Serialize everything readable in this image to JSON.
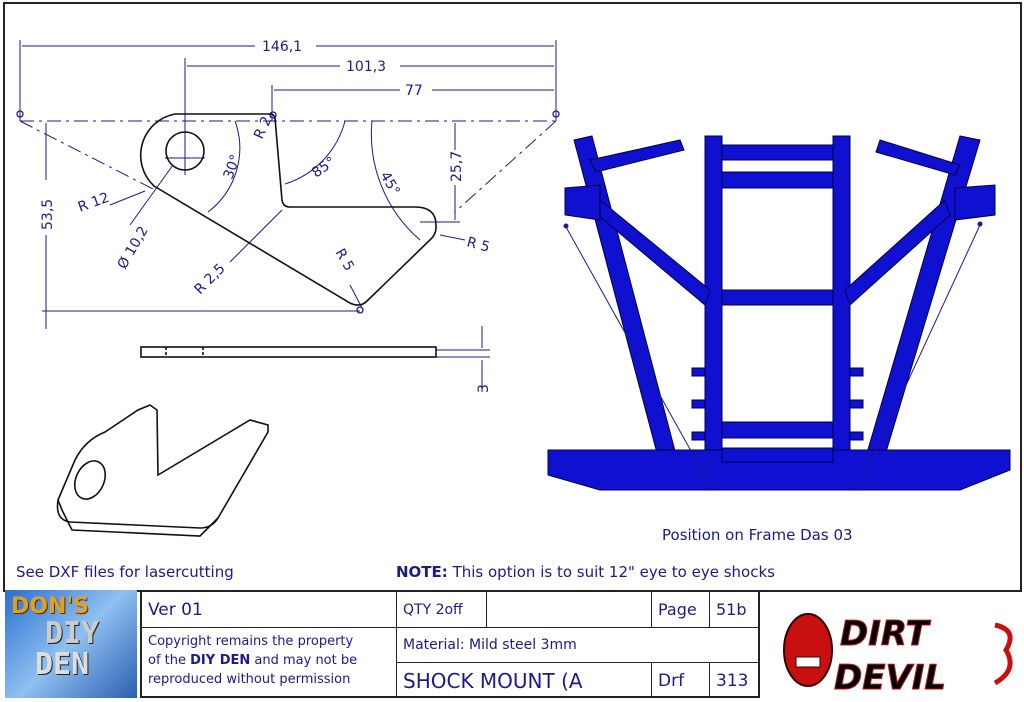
{
  "drawing": {
    "dimensions": {
      "overall": "146,1",
      "to_hole": "101,3",
      "to_notch": "77",
      "height": "53,5",
      "notch_depth": "25,7",
      "thickness": "3"
    },
    "radii": {
      "r12": "R 12",
      "r2": "R 2",
      "r25": "R 2,5",
      "r5a": "R 5",
      "r5b": "R 5",
      "hole": "Ø 10,2"
    },
    "angles": {
      "a30": "30°",
      "a85": "85°",
      "a45": "45°"
    }
  },
  "frame_caption": "Position on Frame Das 03",
  "notes": {
    "dxf": "See DXF files for lasercutting",
    "note_label": "NOTE:",
    "note_text": "This option is to suit 12\" eye to eye shocks"
  },
  "title_block": {
    "version": "Ver   01",
    "qty": "QTY 2off",
    "page_label": "Page",
    "page_value": "51b",
    "copyright_1": "Copyright remains the property",
    "copyright_2a": "of the ",
    "copyright_2b": "DIY DEN",
    "copyright_2c": " and may not be",
    "copyright_3": "reproduced without permission",
    "material": "Material: Mild steel 3mm",
    "part_name": "SHOCK MOUNT (A",
    "drf_label": "Drf",
    "drf_value": "313"
  },
  "logos": {
    "left": "DON'S DIY DEN",
    "right": "DIRT DEVIL"
  },
  "colors": {
    "dim": "#1a1a8c",
    "frame": "#1010d0",
    "logo_red": "#d01010"
  }
}
